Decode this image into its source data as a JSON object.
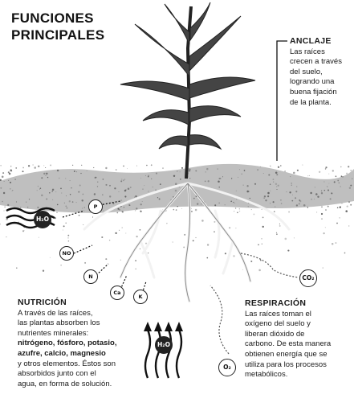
{
  "title": {
    "line1": "FUNCIONES",
    "line2": "PRINCIPALES"
  },
  "anclaje": {
    "heading": "ANCLAJE",
    "lines": [
      "Las raíces",
      "crecen a través",
      "del suelo,",
      "logrando una",
      "buena fijación",
      "de la planta."
    ]
  },
  "nutricion": {
    "heading": "NUTRICIÓN",
    "lines": [
      "A través de las raíces,",
      "las plantas absorben los",
      "nutrientes minerales:",
      "nitrógeno, fósforo, potasio,",
      "azufre, calcio, magnesio",
      "y otros elementos. Éstos son",
      "absorbidos junto con el",
      "agua, en forma de solución."
    ]
  },
  "respiracion": {
    "heading": "RESPIRACIÓN",
    "lines": [
      "Las raíces toman el",
      "oxígeno del suelo y",
      "liberan dióxido de",
      "carbono. De esta manera",
      "obtienen energía que se",
      "utiliza para los procesos",
      "metabólicos."
    ]
  },
  "molecules": {
    "h2o_left": "H₂O",
    "h2o_bottom": "H₂O",
    "p": "P",
    "n": "N",
    "no": "NO",
    "ca": "Ca",
    "k": "K",
    "co2": "CO₂",
    "o2": "O₂"
  },
  "colors": {
    "ink": "#111111",
    "background": "#ffffff",
    "soil": "#6b6b6b"
  }
}
